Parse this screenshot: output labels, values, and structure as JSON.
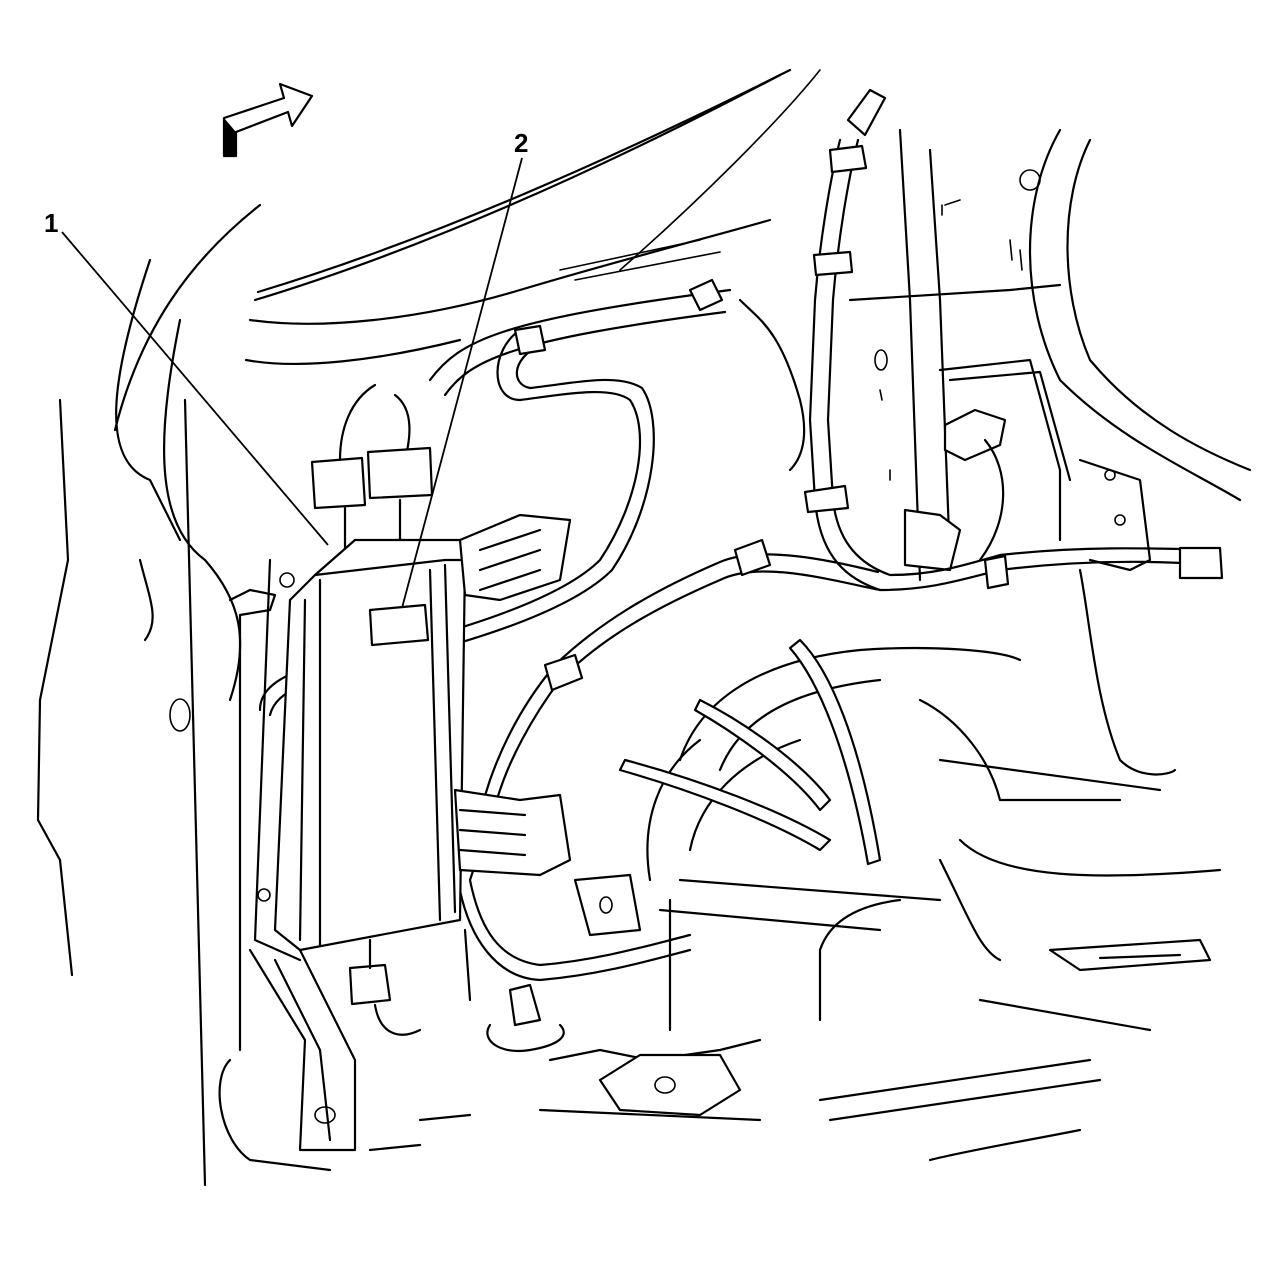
{
  "diagram": {
    "callouts": [
      {
        "id": "1",
        "label": "1"
      },
      {
        "id": "2",
        "label": "2"
      }
    ],
    "icons": {
      "orientation_arrow": "forward-arrow-icon"
    },
    "colors": {
      "stroke": "#000000",
      "background": "#ffffff"
    }
  }
}
